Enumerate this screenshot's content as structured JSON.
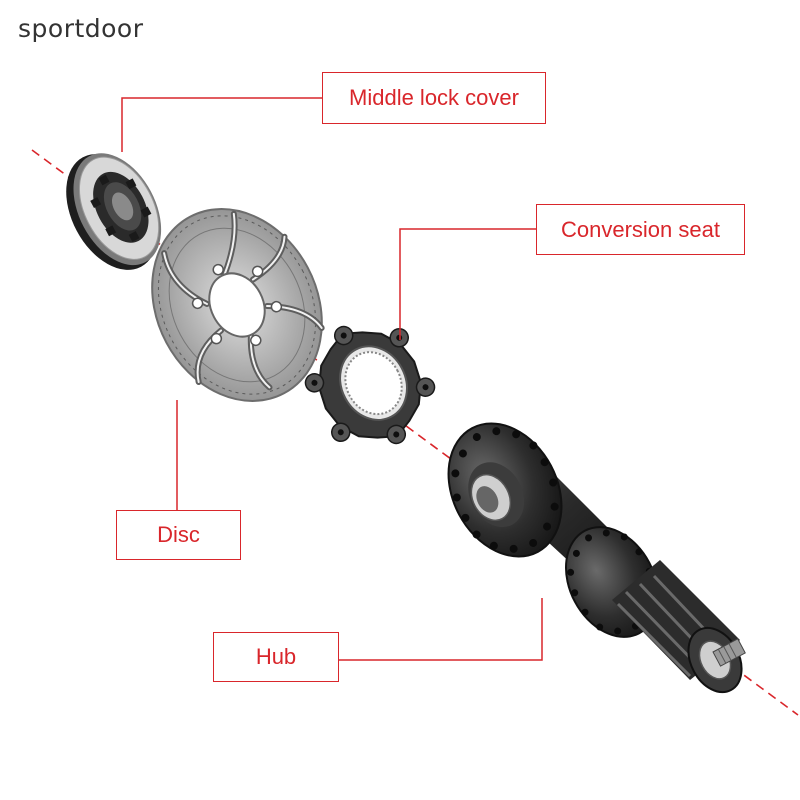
{
  "brand": {
    "name": "sportdoor"
  },
  "labels": {
    "middle_lock_cover": "Middle lock cover",
    "conversion_seat": "Conversion seat",
    "disc": "Disc",
    "hub": "Hub"
  },
  "colors": {
    "accent": "#d9262b",
    "metal_dark": "#2b2b2b",
    "metal_light": "#b9b9b9",
    "background": "#ffffff"
  }
}
